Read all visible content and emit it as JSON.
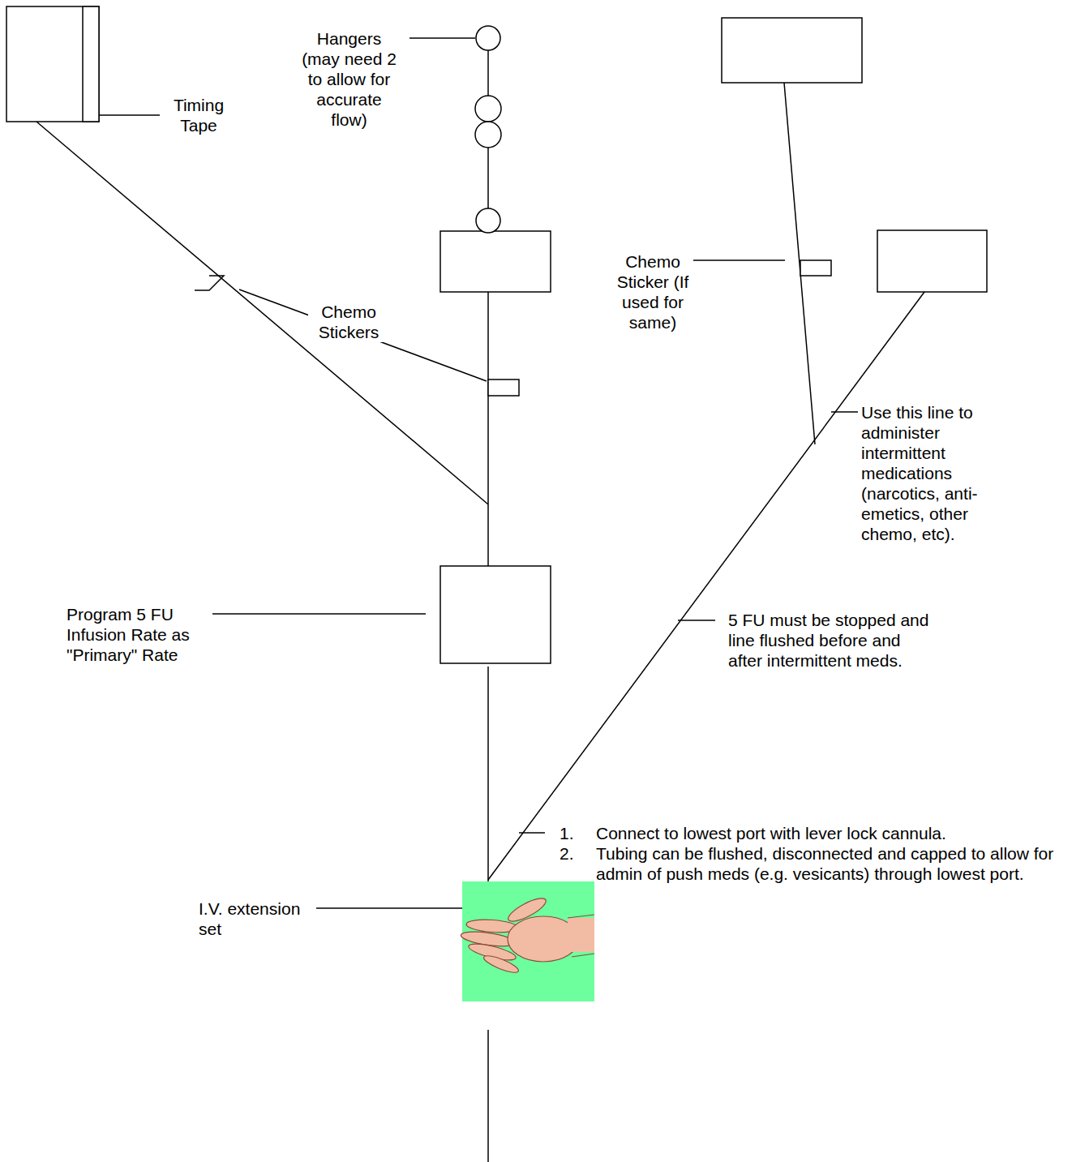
{
  "diagram": {
    "labels": [
      "Timing Tape",
      "Hangers (may need 2 to allow for accurate flow)",
      "Chemo Stickers",
      "Chemo Sticker (If used for same)",
      "Use this line to administer intermittent medications (narcotics, anti-emetics, other chemo, etc).",
      "Program 5 FU Infusion Rate as \"Primary\" Rate",
      "5 FU must be stopped and line flushed before and after intermittent meds.",
      "1.",
      "Connect to lowest port with lever lock cannula.",
      "2.",
      "Tubing can be flushed, disconnected and capped to allow for admin of push meds (e.g. vesicants) through lowest port.",
      "I.V. extension set"
    ]
  }
}
